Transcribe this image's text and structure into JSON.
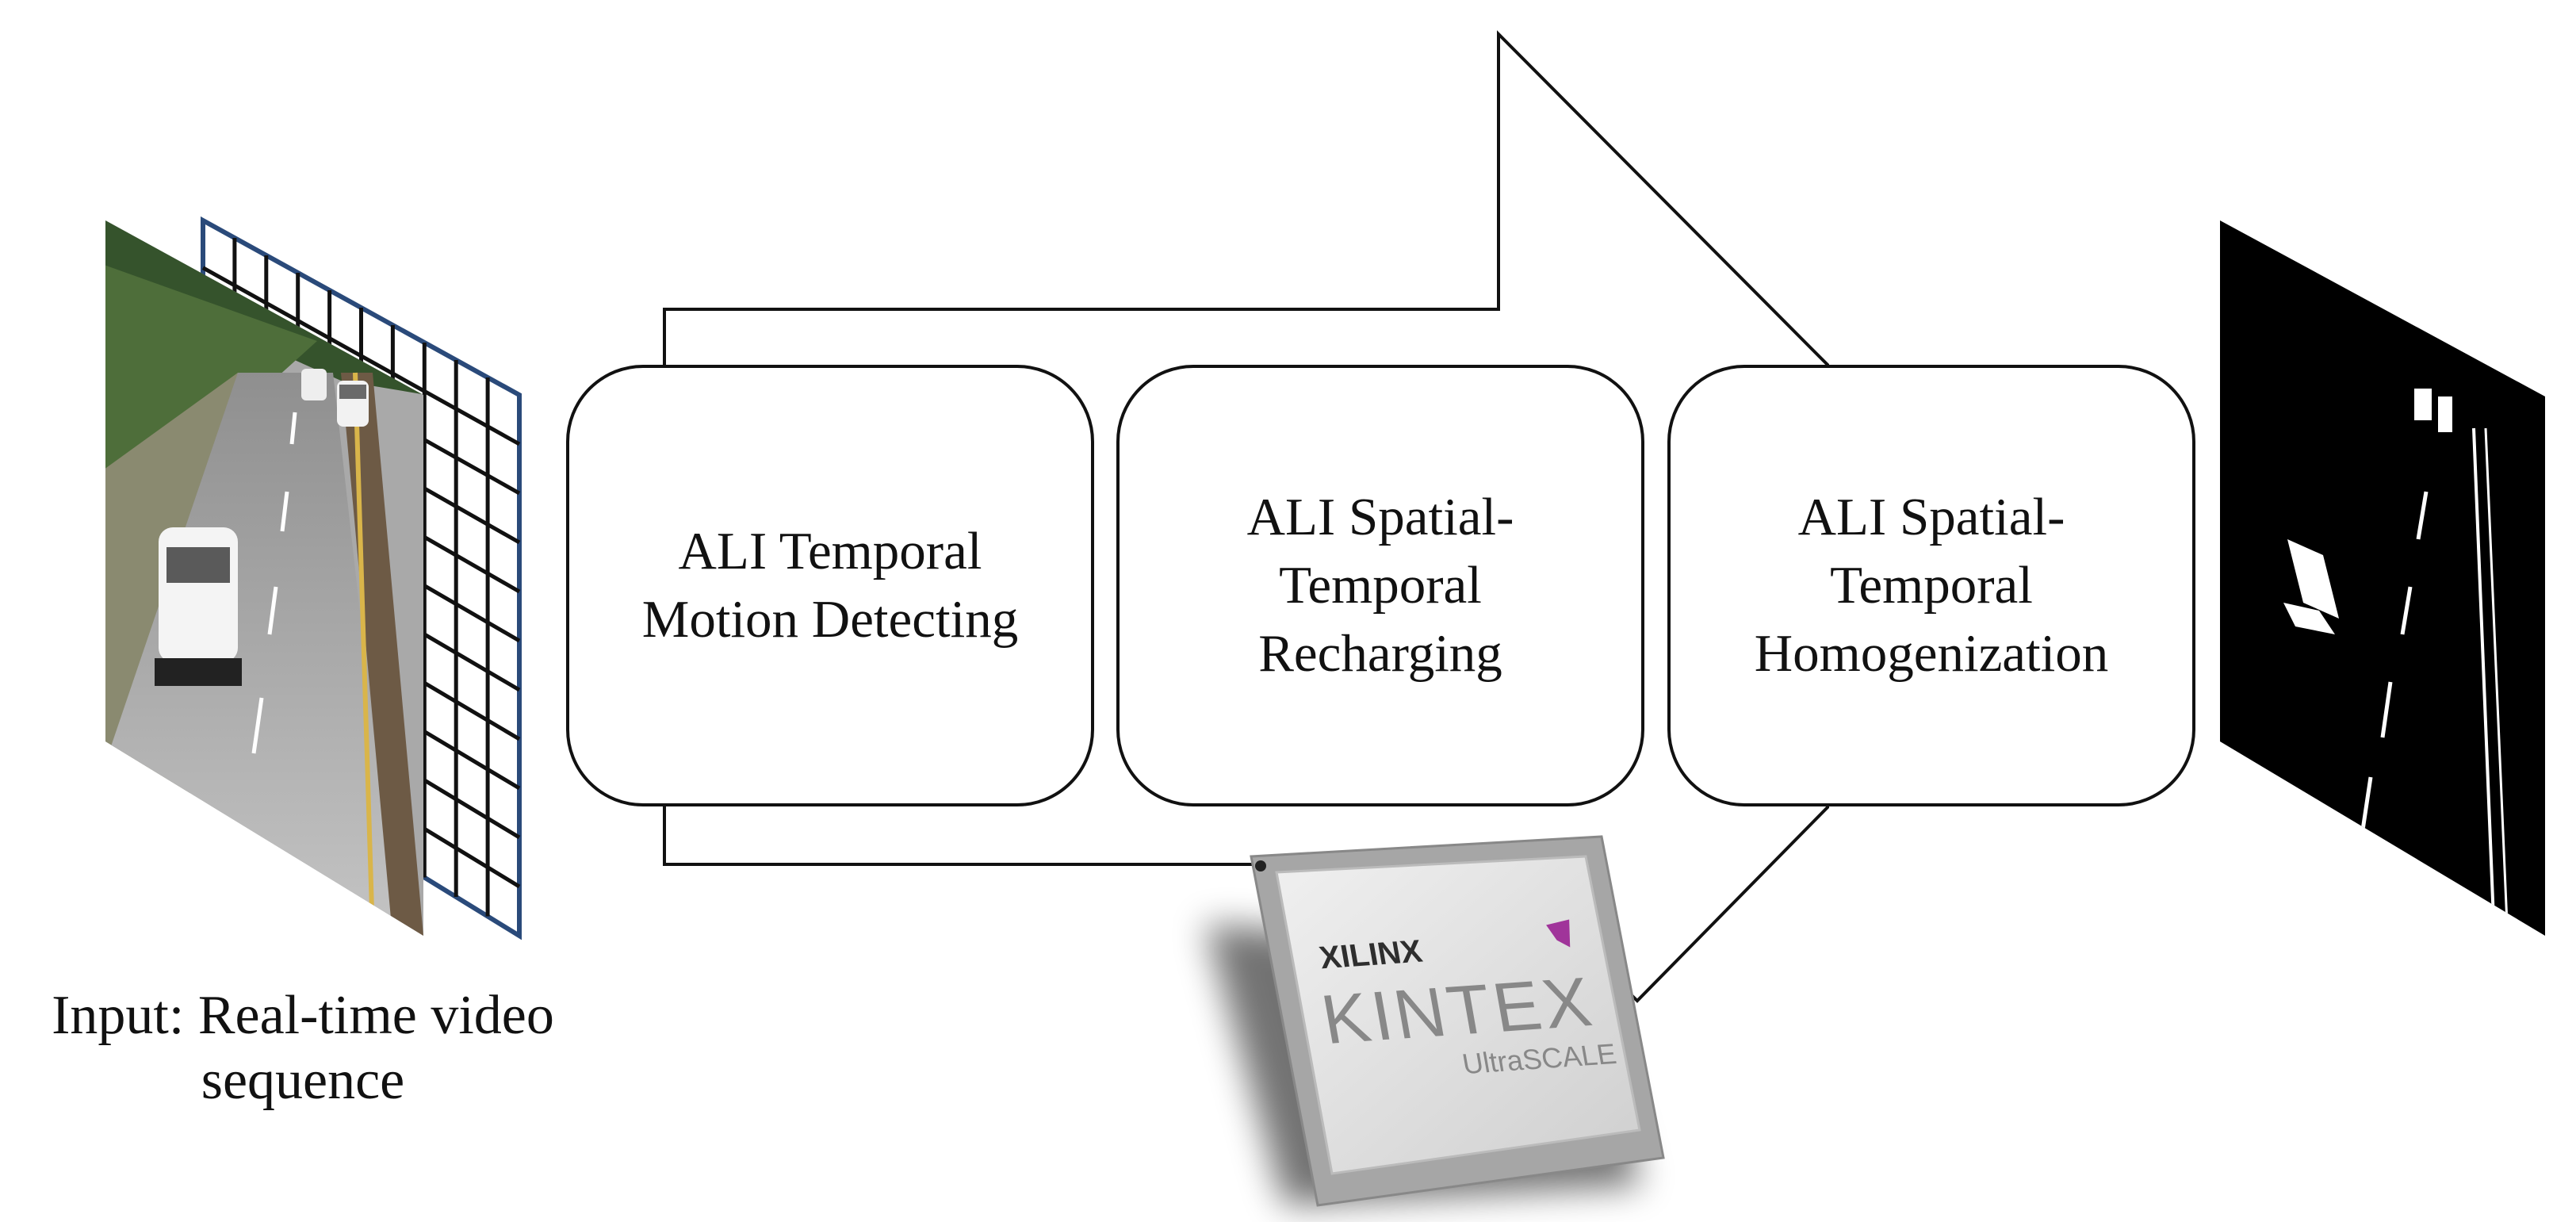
{
  "stages": [
    {
      "lines": [
        "ALI Temporal",
        "Motion Detecting"
      ]
    },
    {
      "lines": [
        "ALI Spatial-",
        "Temporal",
        "Recharging"
      ]
    },
    {
      "lines": [
        "ALI Spatial-",
        "Temporal",
        "Homogenization"
      ]
    }
  ],
  "input": {
    "caption_lines": [
      "Input: Real-time video",
      "sequence"
    ]
  },
  "chip": {
    "brand": "XILINX",
    "product": "KINTEX",
    "series": "UltraSCALE",
    "accent": "#a0349a"
  },
  "colors": {
    "stroke": "#111111",
    "grid": "#111111",
    "grid_border": "#2a4a7a",
    "mask_bg": "#000000",
    "mask_fg": "#ffffff"
  }
}
